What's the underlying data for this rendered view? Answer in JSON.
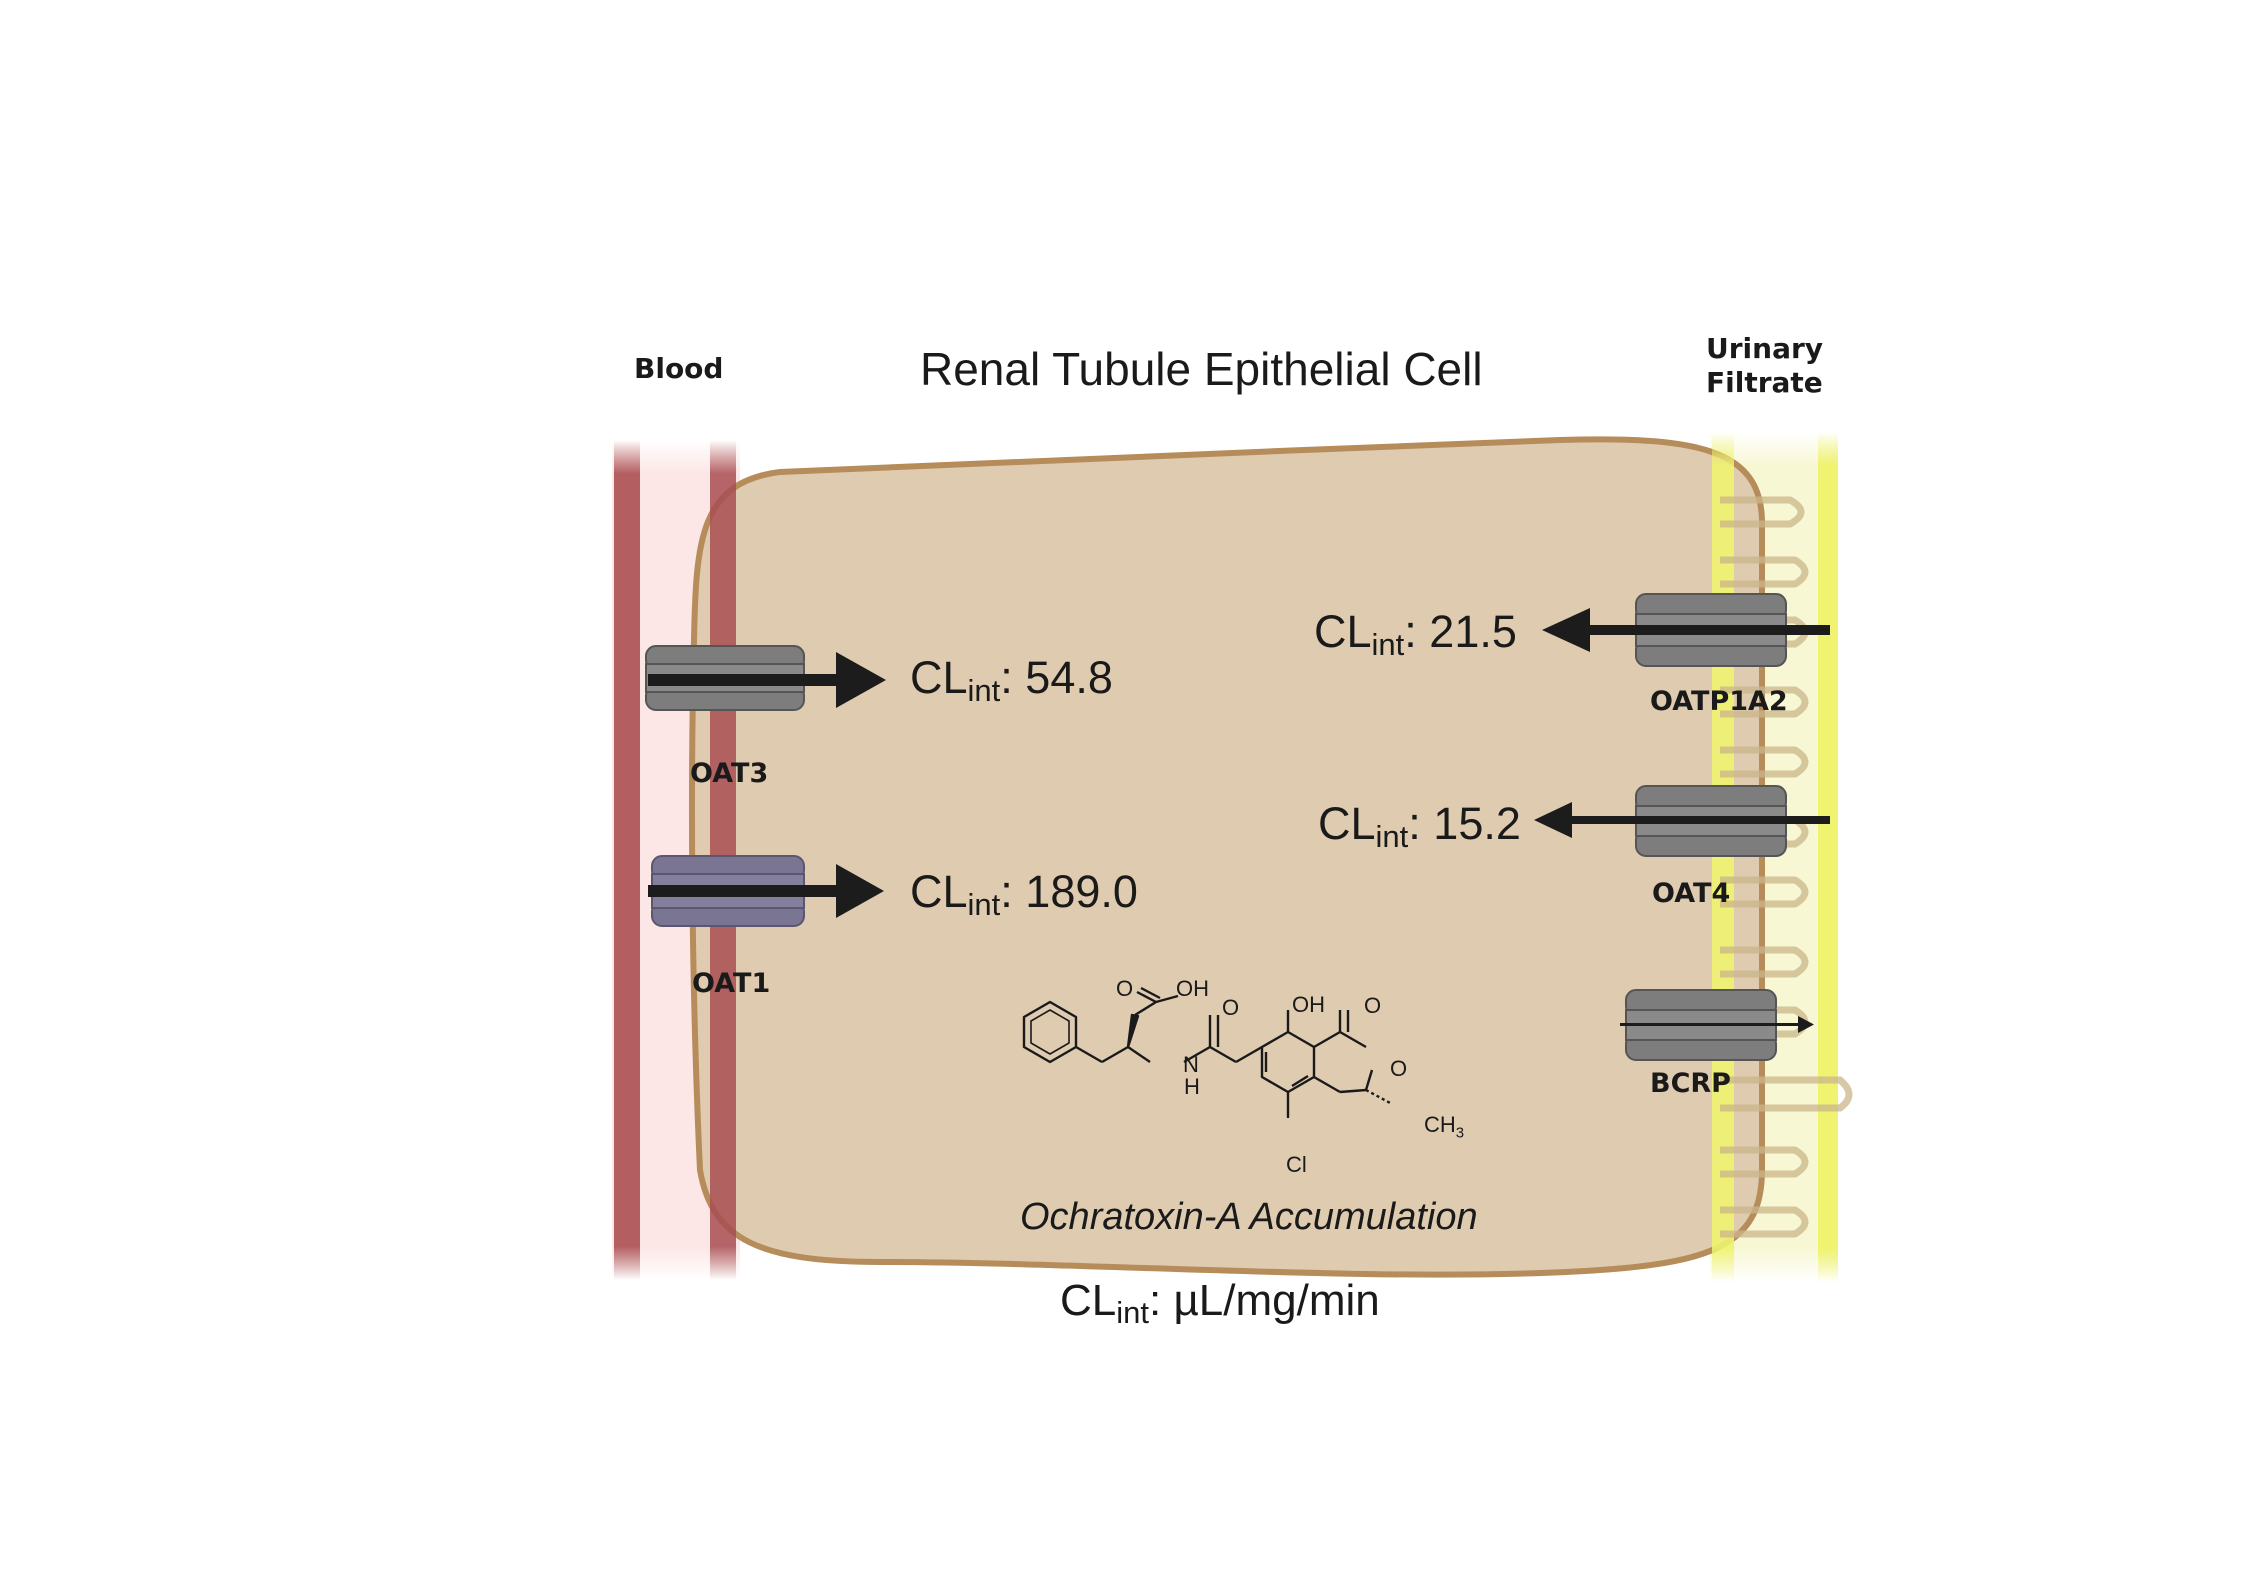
{
  "header": {
    "blood": "Blood",
    "cell_title": "Renal Tubule Epithelial Cell",
    "urinary_line1": "Urinary",
    "urinary_line2": "Filtrate"
  },
  "transporters": {
    "oat3": {
      "name": "OAT3",
      "cl_prefix": "CL",
      "cl_sub": "int",
      "cl_value": ": 54.8"
    },
    "oat1": {
      "name": "OAT1",
      "cl_prefix": "CL",
      "cl_sub": "int",
      "cl_value": ": 189.0"
    },
    "oatp1a2": {
      "name": "OATP1A2",
      "cl_prefix": "CL",
      "cl_sub": "int",
      "cl_value": ": 21.5"
    },
    "oat4": {
      "name": "OAT4",
      "cl_prefix": "CL",
      "cl_sub": "int",
      "cl_value": ": 15.2"
    },
    "bcrp": {
      "name": "BCRP"
    }
  },
  "molecule": {
    "atoms": {
      "o1": "O",
      "oh1": "OH",
      "o2": "O",
      "oh2": "OH",
      "o3": "O",
      "o4": "O",
      "n": "N",
      "h": "H",
      "cl": "Cl",
      "ch3": "CH",
      "ch3_sub": "3"
    },
    "caption": "Ochratoxin-A Accumulation"
  },
  "units": {
    "prefix": "CL",
    "sub": "int",
    "value": ": µL/mg/min"
  },
  "colors": {
    "cell_fill": "#dfcbb0",
    "cell_border": "#b68c5a",
    "blood_band": "#fde6e6",
    "vessel_wall": "#b35f62",
    "filtrate_yellow": "#f4f78c",
    "transporter_gray": "#7d7d7d",
    "transporter_purple": "#7b7594",
    "arrow": "#1c1c1c"
  }
}
